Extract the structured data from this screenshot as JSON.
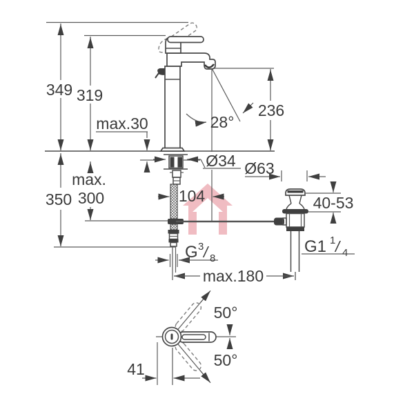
{
  "drawing": {
    "title": "basin-mixer-technical-dimension-drawing",
    "line_color": "#4a4a4a",
    "watermark_color": "#f0bcc2",
    "labels": {
      "height_total": "349",
      "height_to_spout": "319",
      "deck_thickness": "max.30",
      "spout_angle": "28°",
      "spout_height": "236",
      "hole_diameter": "Ø34",
      "waste_flange_diameter": "Ø63",
      "hose_max_word": "max.",
      "hose_max_value": "300",
      "supply_height": "350",
      "rod_offset": "104",
      "waste_height_range": "40-53",
      "thread_supply": {
        "base": "G",
        "sup": "3",
        "slash": "/",
        "sub": "8"
      },
      "thread_waste": {
        "base": "G1",
        "sup": "1",
        "slash": "/",
        "sub": "4"
      },
      "reach_max": "max.180",
      "swing_upper": "50°",
      "swing_lower": "50°",
      "handle_offset": "41"
    }
  }
}
